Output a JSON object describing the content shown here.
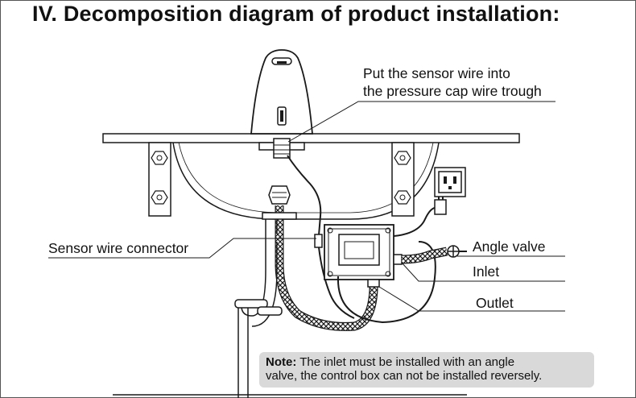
{
  "title": "IV. Decomposition diagram of product installation:",
  "labels": {
    "sensor_wire_line1": "Put the sensor wire into",
    "sensor_wire_line2": "the pressure cap wire trough",
    "sensor_wire_connector": "Sensor wire connector",
    "angle_valve": "Angle valve",
    "inlet": "Inlet",
    "outlet": "Outlet"
  },
  "note": {
    "prefix": "Note:",
    "line1": " The inlet must be installed with an angle",
    "line2": "valve, the control box can not be installed reversely."
  },
  "colors": {
    "line": "#1a1a1a",
    "note_background": "#d9d9d9"
  }
}
